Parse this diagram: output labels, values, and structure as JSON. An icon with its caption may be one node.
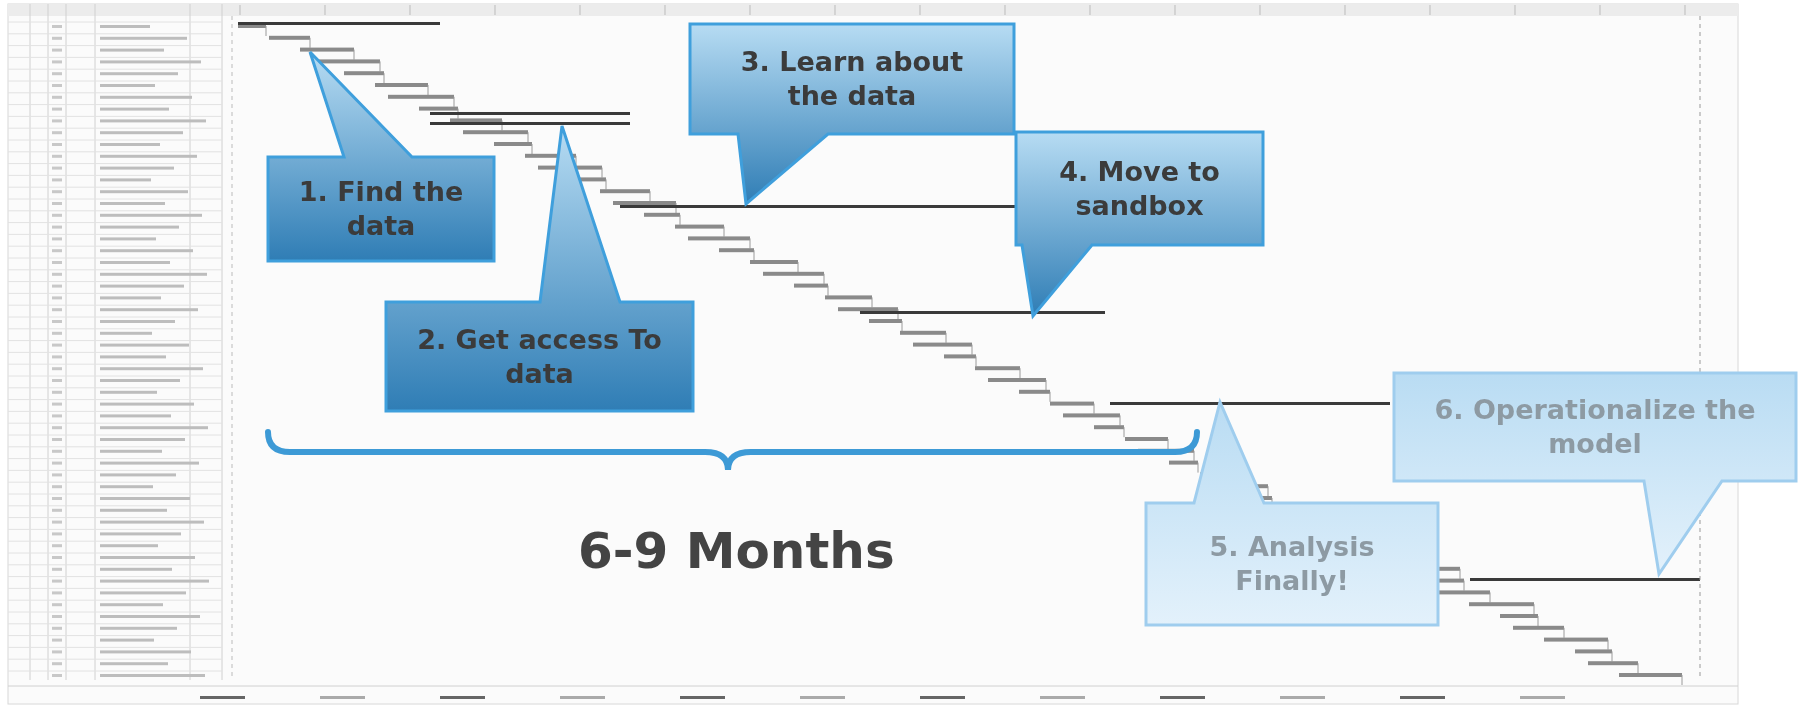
{
  "diagram": {
    "nodes": [
      {
        "text": [
          "1. Find the data"
        ]
      },
      {
        "text": [
          "2. Get access To data"
        ]
      },
      {
        "text": [
          "3. Learn about the data"
        ]
      },
      {
        "text": [
          "4. Move to sandbox"
        ]
      },
      {
        "text": [
          "5. Analysis Finally!"
        ]
      },
      {
        "text": [
          "6. Operationalize the model"
        ]
      }
    ],
    "labels": [
      "6-9 Months"
    ]
  }
}
